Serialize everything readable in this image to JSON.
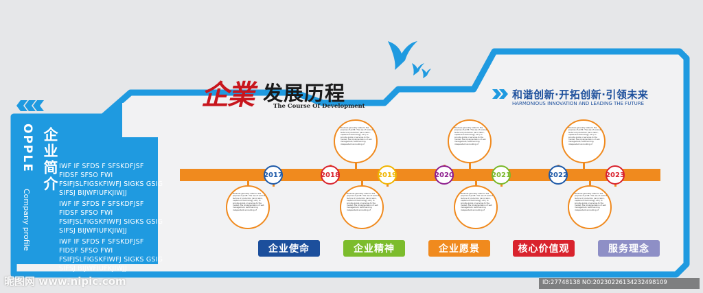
{
  "header": {
    "title_script": "企業",
    "title_main": "发展历程",
    "title_en": "The Course Of Development",
    "slogan": "和谐创新·开拓创新·引领未来",
    "slogan_en": "HARMONIOUS INNOVATION AND LEADING THE FUTURE"
  },
  "intro": {
    "brand": "OPPLE",
    "title_cn": "企业简介",
    "title_en": "Company profile",
    "lines": [
      "IWF IF SFDS F SFSKDFJSF",
      "FIDSF SFSO FWI",
      "FSIFJSLFIGSKFIWFJ SIGKS GSIG",
      "SIFSJ BIJWFIUFKJIWJJ",
      "IWF IF SFDS F SFSKDFJSF",
      "FIDSF SFSO FWI",
      "FSIFJSLFIGSKFIWFJ SIGKS GSIG",
      "SIFSJ BIJWFIUFKJIWJJ",
      "IWF IF SFDS F SFSKDFJSF",
      "FIDSF SFSO FWI",
      "FSIFJSLFIGSKFIWFJ SIGKS GSIG",
      "SIFSJ BIJWFIUFKJIWJJ"
    ]
  },
  "timeline": {
    "circle_text": "Business generally refers to the purpose of profit. The use of various factors of production (land, labor, capital and technology, etc.) to provide goods or services to the market, the implementation of self-management, self-financing, independent accounting of",
    "years": [
      {
        "label": "2017",
        "color": "#1e5aa8"
      },
      {
        "label": "2018",
        "color": "#d9232d"
      },
      {
        "label": "2019",
        "color": "#f0b400"
      },
      {
        "label": "2020",
        "color": "#8e1e8e"
      },
      {
        "label": "2021",
        "color": "#7ab829"
      },
      {
        "label": "2022",
        "color": "#1e5aa8"
      },
      {
        "label": "2023",
        "color": "#d9232d"
      }
    ]
  },
  "badges": [
    {
      "label": "企业使命",
      "color": "#1c4f9c"
    },
    {
      "label": "企业精神",
      "color": "#7cbc2c"
    },
    {
      "label": "企业愿景",
      "color": "#f08a1e"
    },
    {
      "label": "核心价值观",
      "color": "#d9232d"
    },
    {
      "label": "服务理念",
      "color": "#8e8fc6"
    }
  ],
  "watermark": {
    "left": "昵图网 www.nipic.com",
    "right": "ID:27748138 NO:20230226134232498109"
  },
  "colors": {
    "blue": "#1f9ae0",
    "orange": "#f08a1e",
    "red": "#c8161d"
  }
}
